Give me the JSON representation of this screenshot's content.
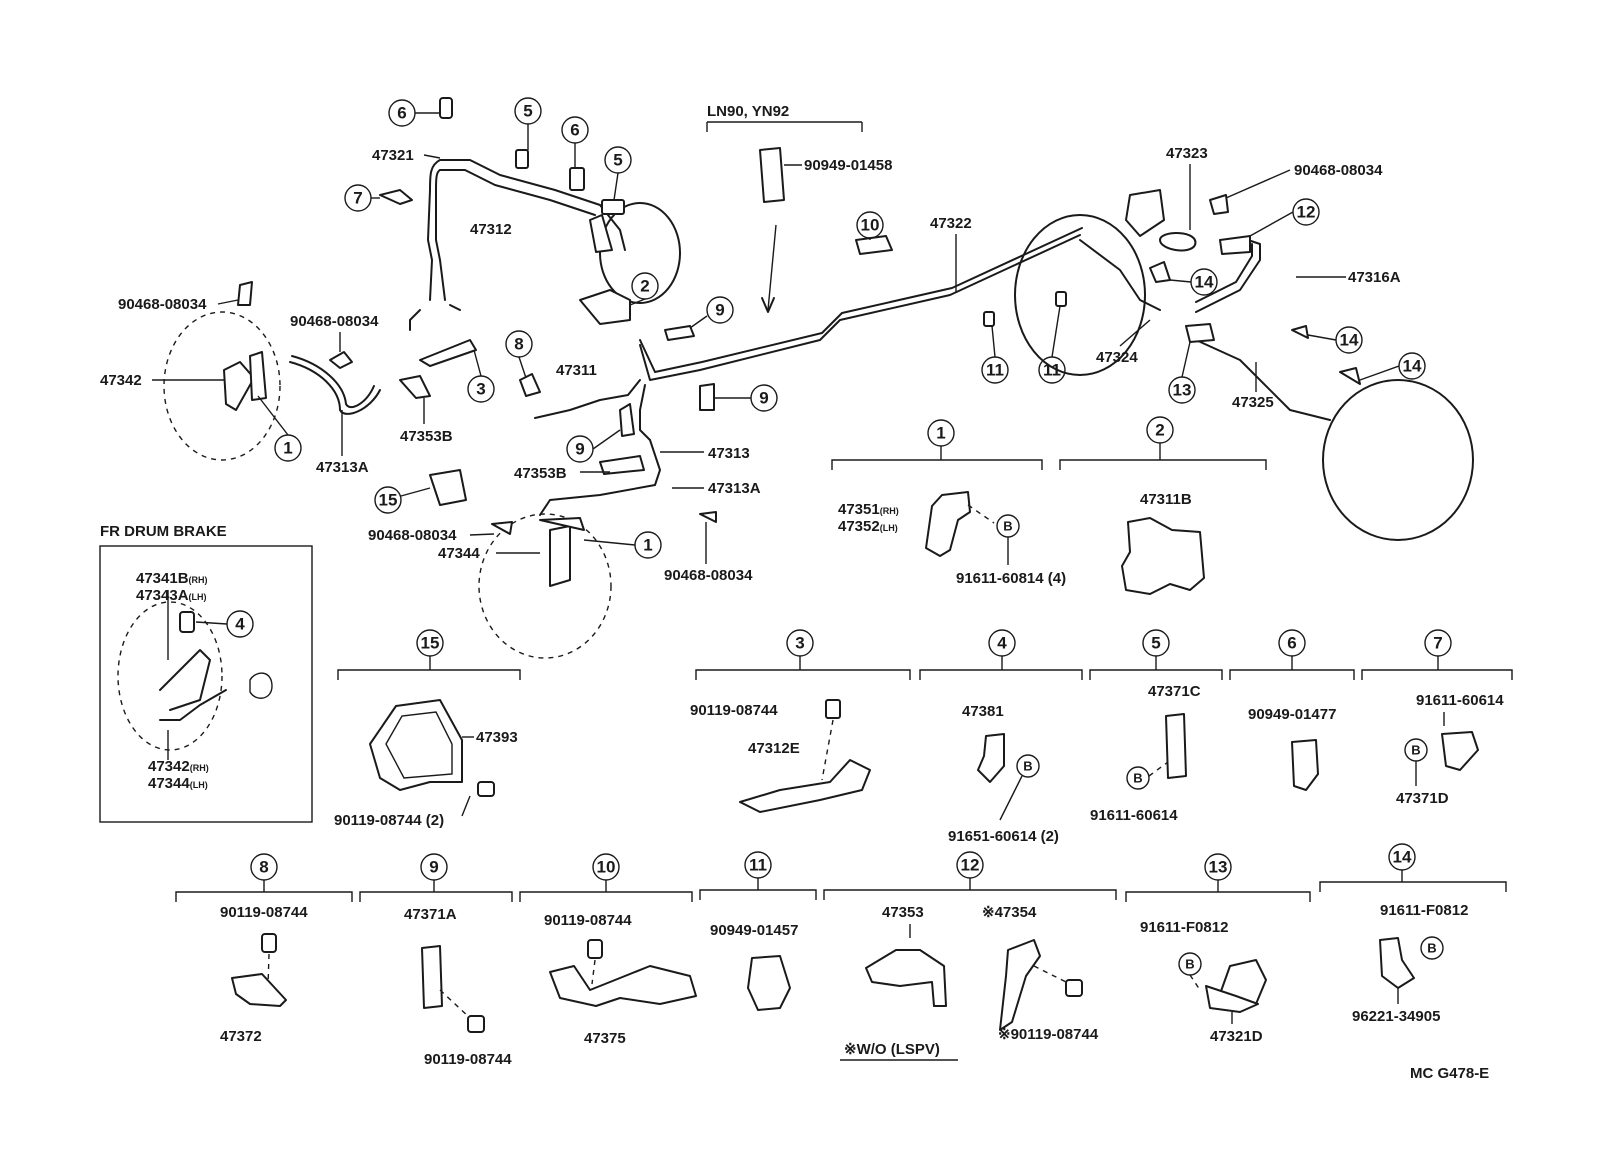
{
  "variant_header": "LN90, YN92",
  "fr_drum_brake_title": "FR DRUM BRAKE",
  "figure_code": "MC G478-E",
  "wo_lspv_note": "※W/O (LSPV)",
  "bolt_marker": "B",
  "main_labels": {
    "p47321": "47321",
    "p47312": "47312",
    "p90949_01458": "90949-01458",
    "p47322": "47322",
    "p47323": "47323",
    "p90468_a": "90468-08034",
    "p47316A": "47316A",
    "p90468_b": "90468-08034",
    "p90468_c": "90468-08034",
    "p47342": "47342",
    "p47313A_a": "47313A",
    "p47353B_a": "47353B",
    "p47311": "47311",
    "p47313": "47313",
    "p47353B_b": "47353B",
    "p47313A_b": "47313A",
    "p47324": "47324",
    "p47325": "47325",
    "p90468_d": "90468-08034",
    "p47344": "47344",
    "p90468_e": "90468-08034"
  },
  "drum": {
    "l1": "47341B",
    "l1_sfx": "(RH)",
    "l2": "47343A",
    "l2_sfx": "(LH)",
    "l3": "47342",
    "l3_sfx": "(RH)",
    "l4": "47344",
    "l4_sfx": "(LH)"
  },
  "callouts": {
    "c1_a": "47351",
    "c1_a_sfx": "(RH)",
    "c1_b": "47352",
    "c1_b_sfx": "(LH)",
    "c1_bolt": "91611-60814 (4)",
    "c2_part": "47311B",
    "c15_part": "47393",
    "c15_bolt": "90119-08744 (2)",
    "c3_bolt": "90119-08744",
    "c3_part": "47312E",
    "c4_part": "47381",
    "c4_bolt": "91651-60614 (2)",
    "c5_part": "47371C",
    "c5_bolt": "91611-60614",
    "c6_part": "90949-01477",
    "c7_bolt": "91611-60614",
    "c7_part": "47371D",
    "c8_bolt": "90119-08744",
    "c8_part": "47372",
    "c9_part": "47371A",
    "c9_bolt": "90119-08744",
    "c10_bolt": "90119-08744",
    "c10_part": "47375",
    "c11_part": "90949-01457",
    "c12_a": "47353",
    "c12_b": "※47354",
    "c12_bolt": "※90119-08744",
    "c13_bolt": "91611-F0812",
    "c13_part": "47321D",
    "c14_bolt": "91611-F0812",
    "c14_part": "96221-34905"
  },
  "ref_numbers": {
    "r1": "1",
    "r2": "2",
    "r3": "3",
    "r4": "4",
    "r5": "5",
    "r6": "6",
    "r7": "7",
    "r8": "8",
    "r9": "9",
    "r10": "10",
    "r11": "11",
    "r12": "12",
    "r13": "13",
    "r14": "14",
    "r15": "15"
  }
}
